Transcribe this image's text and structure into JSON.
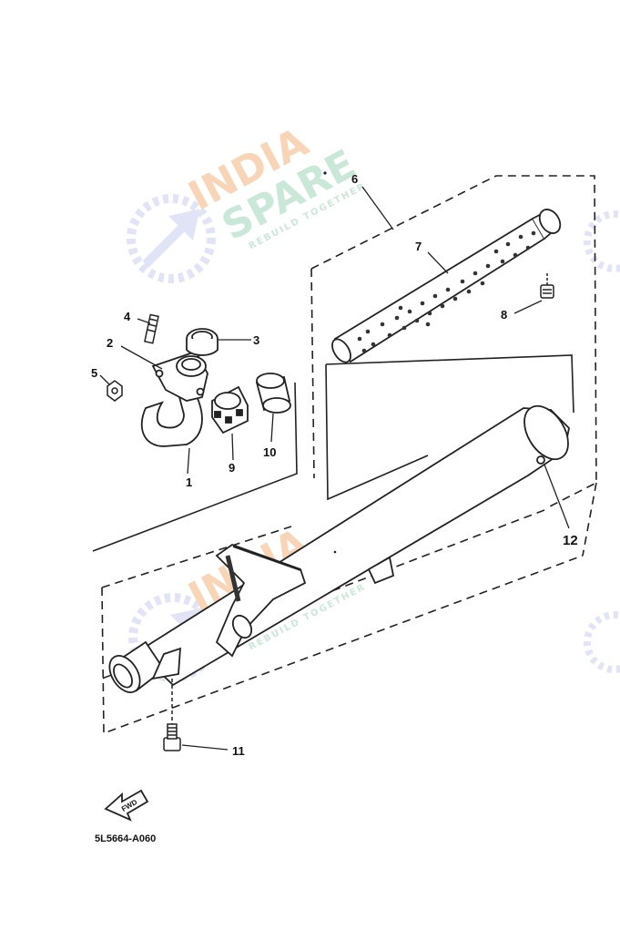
{
  "diagram": {
    "part_code": "5L5664-A060",
    "fwd_arrow_label": "FWD",
    "callouts": {
      "c1": "1",
      "c2": "2",
      "c3": "3",
      "c4": "4",
      "c5": "5",
      "c6": "6",
      "c7": "7",
      "c8": "8",
      "c9": "9",
      "c10": "10",
      "c11": "11",
      "c12": "12"
    }
  },
  "watermark": {
    "line1": "INDIA",
    "line2": "SPARE",
    "tagline": "REBUILD TOGETHER",
    "colors": {
      "india": "#f2b27a",
      "spare": "#9fd6b8",
      "icon": "#c9cdf0"
    }
  }
}
